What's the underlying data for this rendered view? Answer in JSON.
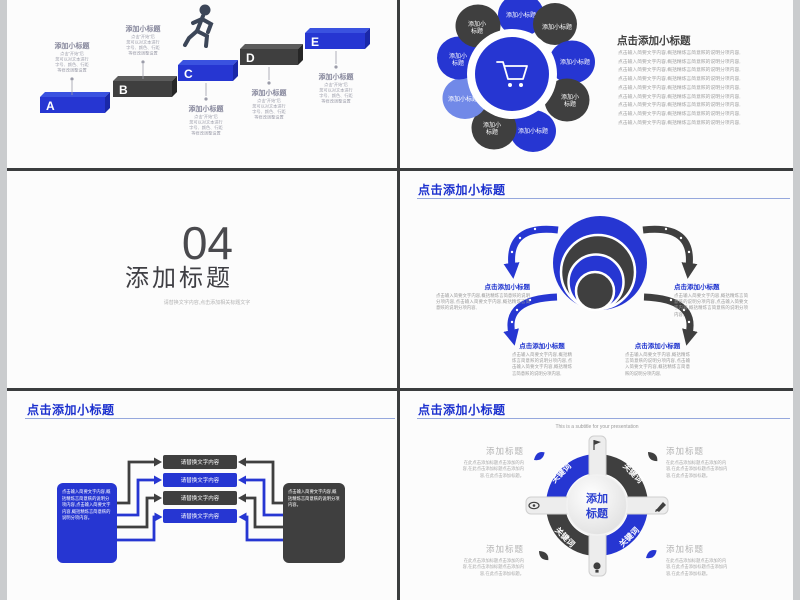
{
  "colors": {
    "blue": "#2636d2",
    "light_blue": "#7189e8",
    "dark": "#3f3f3f",
    "header_blue": "#1c31ce",
    "underline_blue": "#96a8dd",
    "background_gray": "#caccce",
    "divider_dark": "#3b3d3e"
  },
  "s1": {
    "steps": [
      {
        "letter": "A",
        "title": "添加小标题"
      },
      {
        "letter": "B",
        "title": "添加小标题"
      },
      {
        "letter": "C",
        "title": "添加小标题"
      },
      {
        "letter": "D",
        "title": "添加小标题"
      },
      {
        "letter": "E",
        "title": "添加小标题"
      }
    ],
    "note_lines": [
      "点击“开始”后",
      "您可以对文本进行",
      "字号、颜色、行距",
      "等修改调整设置"
    ]
  },
  "s2": {
    "petals": [
      "添加小标题",
      "添加小标题",
      "添加小标题",
      "添加小标题",
      "添加小标题",
      "添加小标题",
      "添加小标题",
      "添加小标题",
      "添加小标题"
    ],
    "petal_split": {
      "l1": "添加小",
      "l2": "标题"
    },
    "heading": "点击添加小标题",
    "body_lines": [
      "点击输入简要文字内容,概括精炼言简意赅的说明分项内容,",
      "点击输入简要文字内容,概括精炼言简意赅的说明分项内容,",
      "点击输入简要文字内容,概括精炼言简意赅的说明分项内容,",
      "点击输入简要文字内容,概括精炼言简意赅的说明分项内容,",
      "点击输入简要文字内容,概括精炼言简意赅的说明分项内容,",
      "点击输入简要文字内容,概括精炼言简意赅的说明分项内容,",
      "点击输入简要文字内容,概括精炼言简意赅的说明分项内容,",
      "点击输入简要文字内容,概括精炼言简意赅的说明分项内容,",
      "点击输入简要文字内容,概括精炼言简意赅的说明分项内容,"
    ]
  },
  "s3": {
    "number": "04",
    "title": "添加标题",
    "subtitle": "请替换文字内容,点击添加相关标题文字"
  },
  "s4": {
    "header": "点击添加小标题",
    "items": [
      {
        "heading": "点击添加小标题",
        "body": "点击输入简要文字内容,概括精炼言简意赅的说明分项内容,点击输入简要文字内容,概括精炼言简意赅的说明分项内容,"
      },
      {
        "heading": "点击添加小标题",
        "body": "点击输入简要文字内容,概括精炼言简意赅的说明分项内容,点击输入简要文字内容,概括精炼言简意赅的说明分项内容,"
      },
      {
        "heading": "点击添加小标题",
        "body": "点击输入简要文字内容,概括精炼言简意赅的说明分项内容,点击输入简要文字内容,概括精炼言简意赅的说明分项内容,"
      },
      {
        "heading": "点击添加小标题",
        "body": "点击输入简要文字内容,概括精炼言简意赅的说明分项内容,点击输入简要文字内容,概括精炼言简意赅的说明分项内容,"
      }
    ]
  },
  "s5": {
    "header": "点击添加小标题",
    "bars": [
      "请替换文字内容",
      "请替换文字内容",
      "请替换文字内容",
      "请替换文字内容"
    ],
    "left_box_text": "点击输入简要文字内容,概括精炼言简意赅的说明分项内容,点击输入简要文字内容,概括精炼言简意赅的说明分项内容。",
    "right_box_text": "点击输入简要文字内容,概括精炼言简意赅的说明分项内容。"
  },
  "s6": {
    "header": "点击添加小标题",
    "subtitle": "This is a subtitle for your presentation",
    "keywords": [
      "关键词",
      "关键词",
      "关键词",
      "关键词"
    ],
    "center_lines": [
      "添加",
      "标题"
    ],
    "corners": [
      {
        "title": "添加标题",
        "body": "在此点击添加标题点击添加的内容,在此点击添加标题点击添加内容,在此点击添加标题。"
      },
      {
        "title": "添加标题",
        "body": "在此点击添加标题点击添加的内容,在此点击添加标题点击添加内容,在此点击添加标题。"
      },
      {
        "title": "添加标题",
        "body": "在此点击添加标题点击添加的内容,在此点击添加标题点击添加内容,在此点击添加标题。"
      },
      {
        "title": "添加标题",
        "body": "在此点击添加标题点击添加的内容,在此点击添加标题点击添加内容,在此点击添加标题。"
      }
    ]
  }
}
